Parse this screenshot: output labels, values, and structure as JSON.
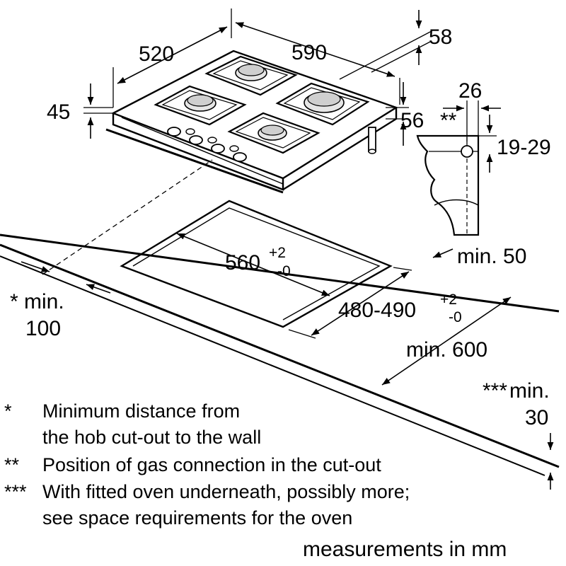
{
  "dimensions": {
    "hob_depth": "520",
    "hob_width": "590",
    "gas_height": "58",
    "hob_height_left": "45",
    "hob_height_right": "56",
    "gas_offset_horizontal": "26",
    "gas_offset_marker": "**",
    "gas_offset_vertical": "19-29",
    "cutout_width": "560",
    "cutout_width_tol_plus": "+2",
    "cutout_width_tol_minus": "-0",
    "cutout_depth": "480-490",
    "cutout_depth_tol_plus": "+2",
    "cutout_depth_tol_minus": "-0",
    "min_front": "min. 50",
    "min_wall_mark": "*",
    "min_wall": "min.",
    "min_wall_value": "100",
    "min_counter": "min. 600",
    "min_oven_mark": "***",
    "min_oven": "min.",
    "min_oven_value": "30"
  },
  "notes": [
    {
      "mark": "*",
      "lines": [
        "Minimum distance from",
        "the hob cut-out to the wall"
      ]
    },
    {
      "mark": "**",
      "lines": [
        "Position of gas connection in the cut-out"
      ]
    },
    {
      "mark": "***",
      "lines": [
        "With fitted oven underneath, possibly more;",
        "see space requirements for the oven"
      ]
    }
  ],
  "units_label": "measurements in mm"
}
